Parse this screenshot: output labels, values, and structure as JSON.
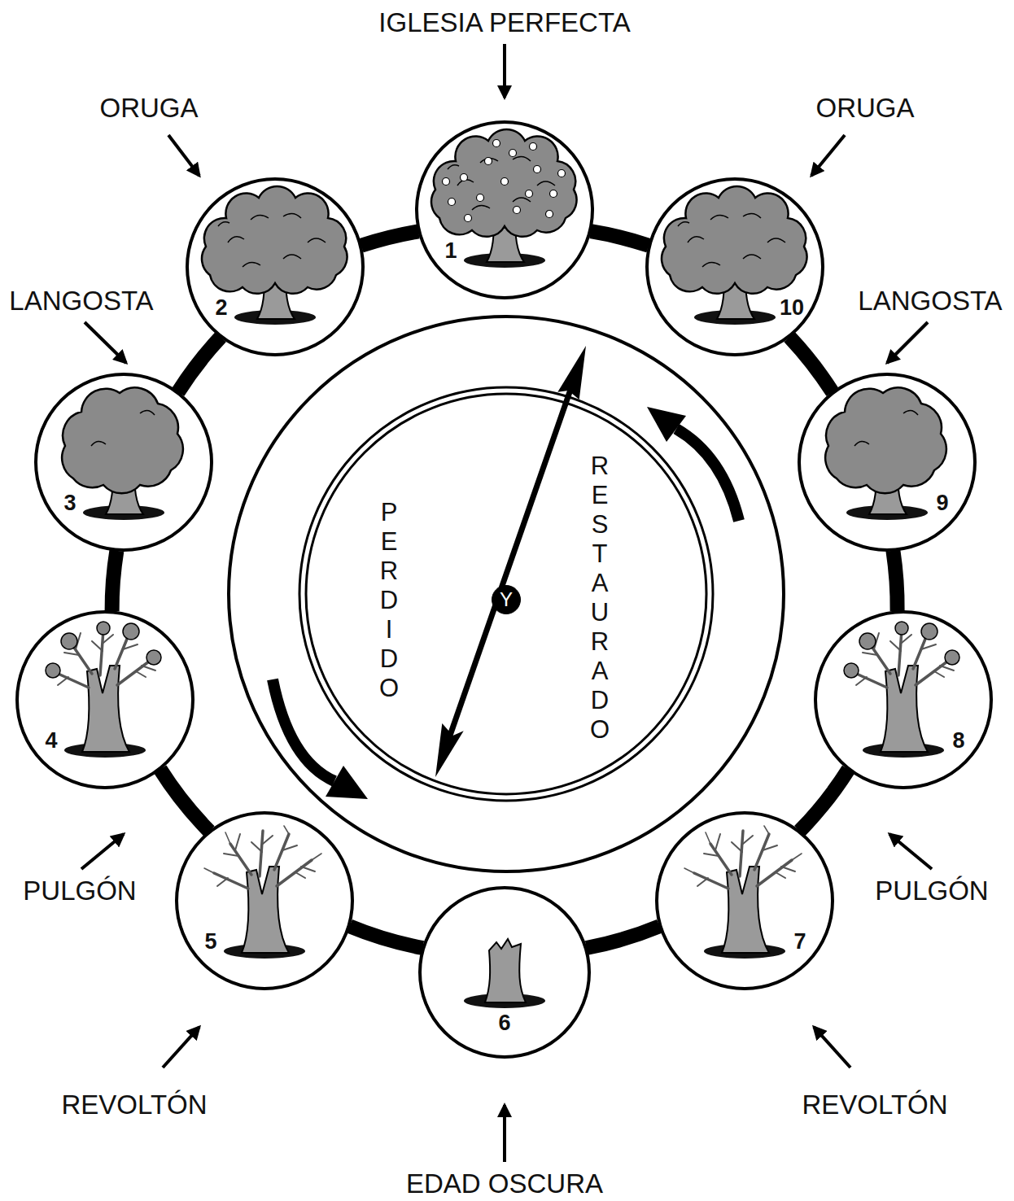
{
  "diagram": {
    "nodes": [
      {
        "text": [
          "1"
        ]
      },
      {
        "text": [
          "2"
        ]
      },
      {
        "text": [
          "3"
        ]
      },
      {
        "text": [
          "4"
        ]
      },
      {
        "text": [
          "5"
        ]
      },
      {
        "text": [
          "6"
        ]
      },
      {
        "text": [
          "7"
        ]
      },
      {
        "text": [
          "8"
        ]
      },
      {
        "text": [
          "9"
        ]
      },
      {
        "text": [
          "10"
        ]
      },
      {
        "text": [
          "PERDIDO",
          "RESTAURADO"
        ]
      },
      {
        "text": [
          "Y"
        ],
        "in": 10
      }
    ],
    "edges": [
      {
        "from": 0,
        "to": 1,
        "arrow": "none"
      },
      {
        "from": 1,
        "to": 2,
        "arrow": "none"
      },
      {
        "from": 2,
        "to": 3,
        "arrow": "none"
      },
      {
        "from": 3,
        "to": 4,
        "arrow": "none"
      },
      {
        "from": 4,
        "to": 5,
        "arrow": "none"
      },
      {
        "from": 5,
        "to": 6,
        "arrow": "none"
      },
      {
        "from": 6,
        "to": 7,
        "arrow": "none"
      },
      {
        "from": 7,
        "to": 8,
        "arrow": "none"
      },
      {
        "from": 8,
        "to": 9,
        "arrow": "none"
      },
      {
        "from": 9,
        "to": 0,
        "arrow": "none"
      }
    ],
    "labels": [
      "IGLESIA PERFECTA",
      "ORUGA",
      "ORUGA",
      "LANGOSTA",
      "LANGOSTA",
      "PULGÓN",
      "PULGÓN",
      "REVOLTÓN",
      "REVOLTÓN",
      "EDAD OSCURA"
    ]
  }
}
